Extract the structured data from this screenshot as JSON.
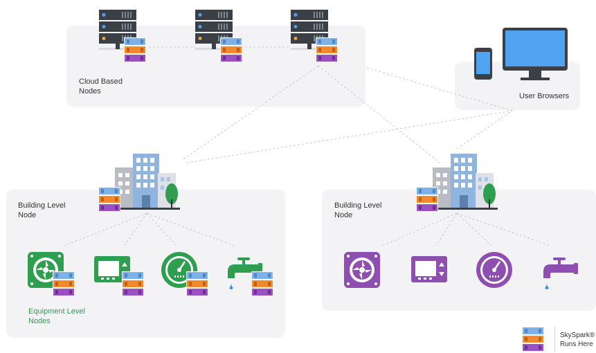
{
  "labels": {
    "cloud": "Cloud Based\nNodes",
    "browsers": "User Browsers",
    "building_left": "Building Level\nNode",
    "building_right": "Building Level\nNode",
    "equipment": "Equipment Level\nNodes",
    "legend": "SkySpark®\nRuns Here"
  },
  "colors": {
    "panel": "#f3f3f6",
    "equipment_green": "#2e9e4f",
    "equipment_purple": "#8e4fb0",
    "server_dark": "#3b3f46",
    "server_light": "#ffffff",
    "building_blue": "#8fb4de",
    "building_gray": "#b9bcc2",
    "tree_green": "#2e9e4f",
    "water_blue": "#3b8fd9",
    "link_line": "#c7c9cf"
  },
  "icons": {
    "server": "server-rack-icon",
    "skyspark": "skyspark-stack-icon",
    "building": "building-icon",
    "fan": "fan-unit-icon",
    "thermostat": "thermostat-icon",
    "meter": "gauge-meter-icon",
    "faucet": "faucet-icon",
    "phone": "mobile-phone-icon",
    "monitor": "desktop-monitor-icon"
  }
}
